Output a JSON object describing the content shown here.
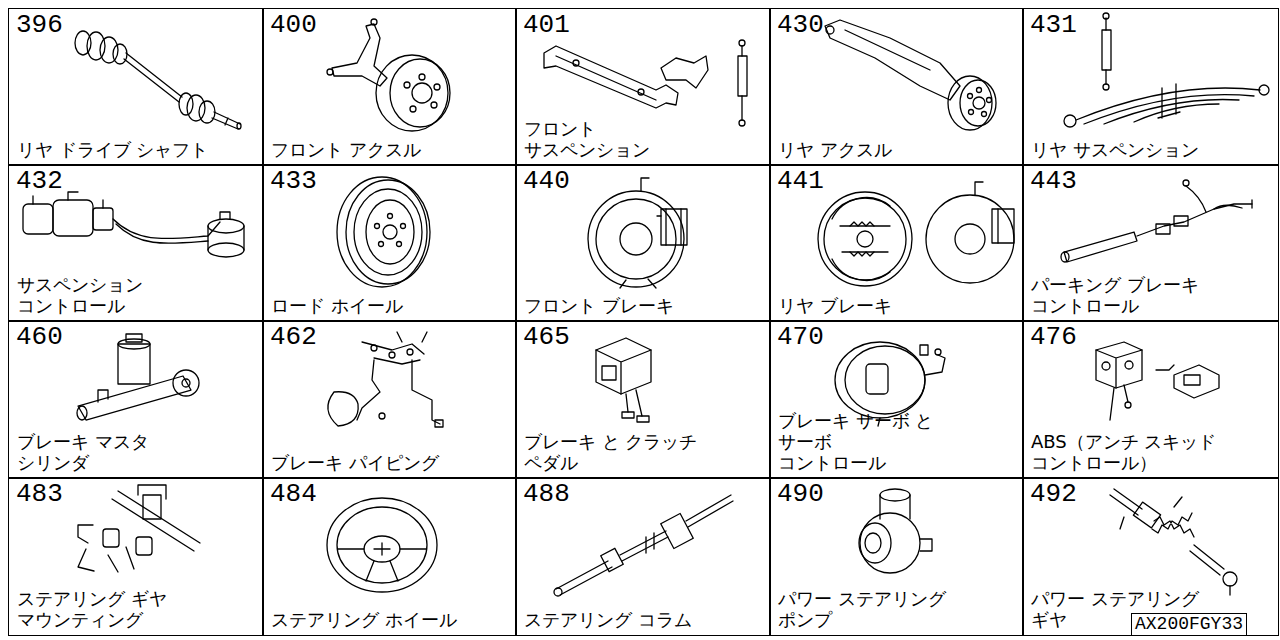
{
  "diagram": {
    "nodes": [
      {
        "text": [
          "396",
          "リヤ ドライブ シャフト"
        ]
      },
      {
        "text": [
          "400",
          "フロント アクスル"
        ]
      },
      {
        "text": [
          "401",
          "フロント サスペンション"
        ]
      },
      {
        "text": [
          "430",
          "リヤ アクスル"
        ]
      },
      {
        "text": [
          "431",
          "リヤ サスペンション"
        ]
      },
      {
        "text": [
          "432",
          "サスペンション コントロール"
        ]
      },
      {
        "text": [
          "433",
          "ロード ホイール"
        ]
      },
      {
        "text": [
          "440",
          "フロント ブレーキ"
        ]
      },
      {
        "text": [
          "441",
          "リヤ ブレーキ"
        ]
      },
      {
        "text": [
          "443",
          "パーキング ブレーキ コントロール"
        ]
      },
      {
        "text": [
          "460",
          "ブレーキ マスタ シリンダ"
        ]
      },
      {
        "text": [
          "462",
          "ブレーキ パイピング"
        ]
      },
      {
        "text": [
          "465",
          "ブレーキ と クラッチ ペダル"
        ]
      },
      {
        "text": [
          "470",
          "ブレーキ サーボ と サーボ コントロール"
        ]
      },
      {
        "text": [
          "476",
          "ABS（アンチ スキッド コントロール）"
        ]
      },
      {
        "text": [
          "483",
          "ステアリング ギヤ マウンティング"
        ]
      },
      {
        "text": [
          "484",
          "ステアリング ホイール"
        ]
      },
      {
        "text": [
          "488",
          "ステアリング コラム"
        ]
      },
      {
        "text": [
          "490",
          "パワー ステアリング ポンプ"
        ]
      },
      {
        "text": [
          "492",
          "パワー ステアリング ギヤ"
        ]
      }
    ],
    "labels": [
      "AX200FGY33"
    ]
  }
}
